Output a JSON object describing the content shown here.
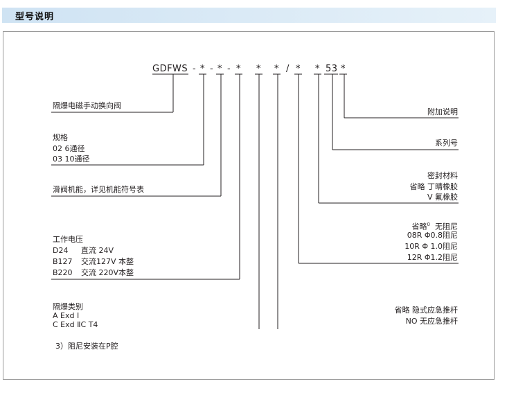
{
  "header": {
    "title": "型号说明"
  },
  "code": {
    "prefix": "GDFWS",
    "dash1": "-",
    "s1": "*",
    "dash2": "-",
    "s2": "*",
    "dash3": "-",
    "s3": "*",
    "s4": "*",
    "s5": "*",
    "slash": "/",
    "s6": "*",
    "s7": "*",
    "series": "53",
    "s8": "*"
  },
  "left": {
    "valve": "隔爆电磁手动换向阀",
    "spec_title": "规格",
    "spec_02": "02   6通径",
    "spec_03": "03   10通径",
    "function": "滑阀机能，详见机能符号表",
    "voltage_title": "工作电压",
    "v_d24_code": "D24",
    "v_d24_text": "直流 24V",
    "v_b127_code": "B127",
    "v_b127_text": "交流127V 本整",
    "v_b220_code": "B220",
    "v_b220_text": "交流 220V本整",
    "explosion_title": "隔爆类别",
    "exp_a": "A   Exd Ⅰ",
    "exp_c": "C   Exd ⅡC  T4",
    "damper_note": "3）阻尼安装在P腔"
  },
  "right": {
    "extra": "附加说明",
    "series_no": "系列号",
    "seal_title": "密封材料",
    "seal_default": "省略   丁晴橡胶",
    "seal_v": "V          氟橡胶",
    "damp_default": "省略",
    "damp_default_mark": "0",
    "damp_default_text": "无阻尼",
    "damp_08": "08R    Φ0.8阻尼",
    "damp_10": "10R    Φ 1.0阻尼",
    "damp_12": "12R    Φ1.2阻尼",
    "emergency_default": "省略  隐式应急推杆",
    "emergency_no": "NO      无应急推杆"
  }
}
